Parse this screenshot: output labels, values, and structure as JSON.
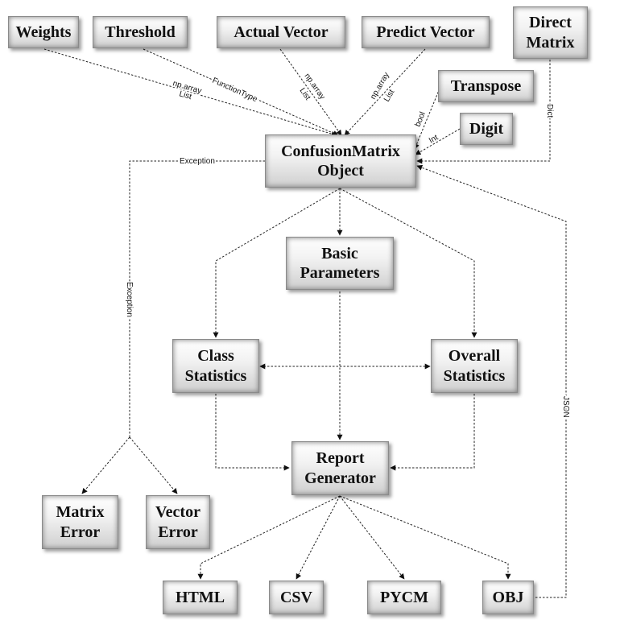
{
  "nodes": {
    "weights": "Weights",
    "threshold": "Threshold",
    "actual_vector": "Actual Vector",
    "predict_vector": "Predict Vector",
    "direct_matrix": "Direct\nMatrix",
    "transpose": "Transpose",
    "digit": "Digit",
    "confusion_matrix": "ConfusionMatrix\nObject",
    "basic_parameters": "Basic\nParameters",
    "class_statistics": "Class\nStatistics",
    "overall_statistics": "Overall\nStatistics",
    "report_generator": "Report\nGenerator",
    "matrix_error": "Matrix\nError",
    "vector_error": "Vector\nError",
    "html": "HTML",
    "csv": "CSV",
    "pycm": "PYCM",
    "obj": "OBJ"
  },
  "edge_labels": {
    "weights_type1": "np.array",
    "weights_type2": "List",
    "threshold_type": "FunctionType",
    "actual_type1": "np.array",
    "actual_type2": "List",
    "predict_type1": "np.array",
    "predict_type2": "List",
    "transpose_type": "bool",
    "digit_type": "Int",
    "direct_type": "Dict",
    "exception_top": "Exception",
    "exception_side": "Exception",
    "json_type": "JSON"
  }
}
